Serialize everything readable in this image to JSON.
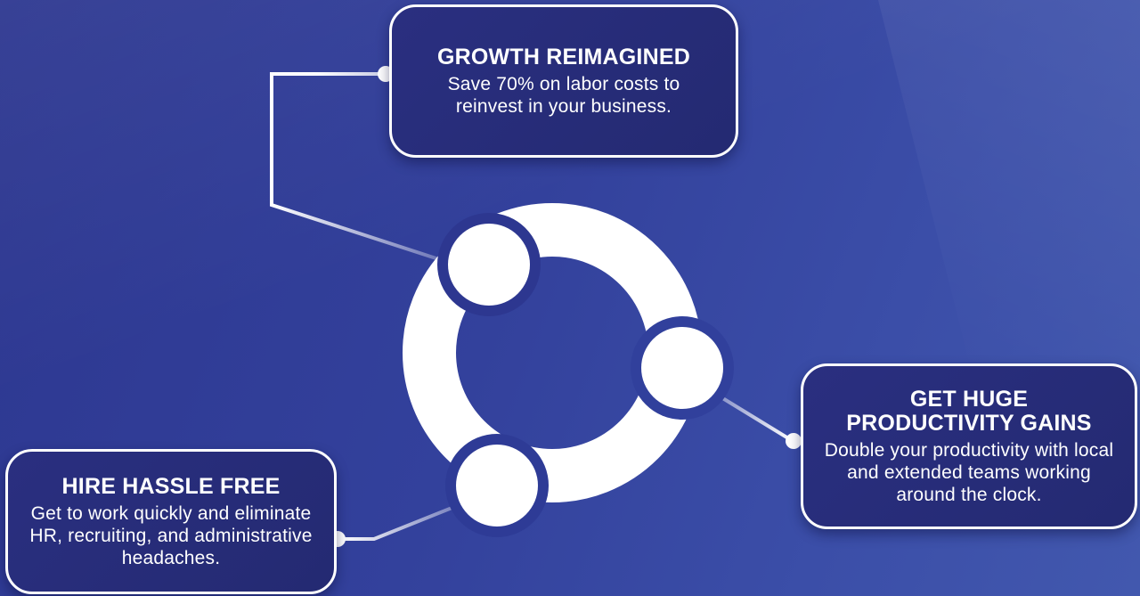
{
  "cards": {
    "growth": {
      "title": "GROWTH REIMAGINED",
      "body": "Save 70% on labor costs to reinvest in your business."
    },
    "productivity": {
      "title": "GET HUGE PRODUCTIVITY GAINS",
      "body": "Double your productivity with local and extended teams working around the clock."
    },
    "hire": {
      "title": "HIRE HASSLE FREE",
      "body": "Get to work quickly and eliminate HR, recruiting, and administrative headaches."
    }
  },
  "colors": {
    "background": "#33419c",
    "card": "#262c76",
    "accent": "#ffffff"
  },
  "icons": {
    "center": "team-cycle-icon"
  }
}
